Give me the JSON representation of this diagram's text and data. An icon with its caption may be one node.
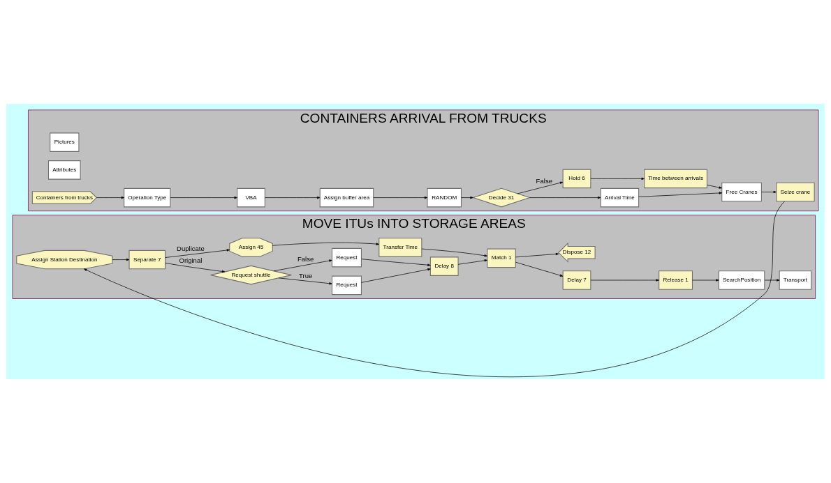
{
  "diagram": {
    "nodes": [
      {
        "text": [
          "CONTAINERS ARRIVAL FROM TRUCKS"
        ]
      },
      {
        "text": [
          "Pictures"
        ],
        "in": 0
      },
      {
        "text": [
          "Attributes"
        ],
        "in": 0
      },
      {
        "text": [
          "Containers from trucks"
        ],
        "in": 0
      },
      {
        "text": [
          "Operation Type"
        ],
        "in": 0
      },
      {
        "text": [
          "VBA"
        ],
        "in": 0
      },
      {
        "text": [
          "Assign buffer area"
        ],
        "in": 0
      },
      {
        "text": [
          "RANDOM"
        ],
        "in": 0
      },
      {
        "text": [
          "Decide 31"
        ],
        "in": 0
      },
      {
        "text": [
          "Arrival Time"
        ],
        "in": 0
      },
      {
        "text": [
          "Free Cranes"
        ],
        "in": 0
      },
      {
        "text": [
          "Seize crane"
        ],
        "in": 0
      },
      {
        "text": [
          "Hold 6"
        ],
        "in": 0
      },
      {
        "text": [
          "Time between arrivals"
        ],
        "in": 0
      },
      {
        "text": [
          "MOVE ITUs INTO STORAGE AREAS"
        ]
      },
      {
        "text": [
          "Assign Station Destination"
        ],
        "in": 14
      },
      {
        "text": [
          "Separate 7"
        ],
        "in": 14
      },
      {
        "text": [
          "Request shuttle"
        ],
        "in": 14
      },
      {
        "text": [
          "Request"
        ],
        "in": 14
      },
      {
        "text": [
          "Request"
        ],
        "in": 14
      },
      {
        "text": [
          "Delay 8"
        ],
        "in": 14
      },
      {
        "text": [
          "Assign 45"
        ],
        "in": 14
      },
      {
        "text": [
          "Transfer Time"
        ],
        "in": 14
      },
      {
        "text": [
          "Match 1"
        ],
        "in": 14
      },
      {
        "text": [
          "Delay 7"
        ],
        "in": 14
      },
      {
        "text": [
          "Release 1"
        ],
        "in": 14
      },
      {
        "text": [
          "SearchPosition"
        ],
        "in": 14
      },
      {
        "text": [
          "Transport"
        ],
        "in": 14
      },
      {
        "text": [
          "Dispose 12"
        ],
        "in": 14
      }
    ],
    "edges": [
      {
        "from": 3,
        "to": 4,
        "arrow": "to"
      },
      {
        "from": 4,
        "to": 5,
        "arrow": "to"
      },
      {
        "from": 5,
        "to": 6,
        "arrow": "to"
      },
      {
        "from": 6,
        "to": 7,
        "arrow": "to"
      },
      {
        "from": 7,
        "to": 8,
        "arrow": "to"
      },
      {
        "from": 8,
        "to": 9,
        "arrow": "to"
      },
      {
        "from": 8,
        "to": 12,
        "arrow": "to",
        "label": "False"
      },
      {
        "from": 12,
        "to": 13,
        "arrow": "to"
      },
      {
        "from": 9,
        "to": 10,
        "arrow": "to"
      },
      {
        "from": 13,
        "to": 10,
        "arrow": "to"
      },
      {
        "from": 10,
        "to": 11,
        "arrow": "to"
      },
      {
        "from": 11,
        "to": 15,
        "arrow": "to"
      },
      {
        "from": 15,
        "to": 16,
        "arrow": "to"
      },
      {
        "from": 16,
        "to": 17,
        "arrow": "to",
        "label": "Original"
      },
      {
        "from": 16,
        "to": 21,
        "arrow": "to",
        "label": "Duplicate"
      },
      {
        "from": 17,
        "to": 18,
        "arrow": "to",
        "label": "True"
      },
      {
        "from": 17,
        "to": 19,
        "arrow": "to",
        "label": "False"
      },
      {
        "from": 18,
        "to": 20,
        "arrow": "to"
      },
      {
        "from": 19,
        "to": 20,
        "arrow": "to"
      },
      {
        "from": 20,
        "to": 23,
        "arrow": "to"
      },
      {
        "from": 21,
        "to": 22,
        "arrow": "to"
      },
      {
        "from": 22,
        "to": 23,
        "arrow": "to"
      },
      {
        "from": 23,
        "to": 24,
        "arrow": "to"
      },
      {
        "from": 23,
        "to": 28,
        "arrow": "to"
      },
      {
        "from": 24,
        "to": 25,
        "arrow": "to"
      },
      {
        "from": 25,
        "to": 26,
        "arrow": "to"
      },
      {
        "from": 26,
        "to": 27,
        "arrow": "to"
      }
    ]
  }
}
